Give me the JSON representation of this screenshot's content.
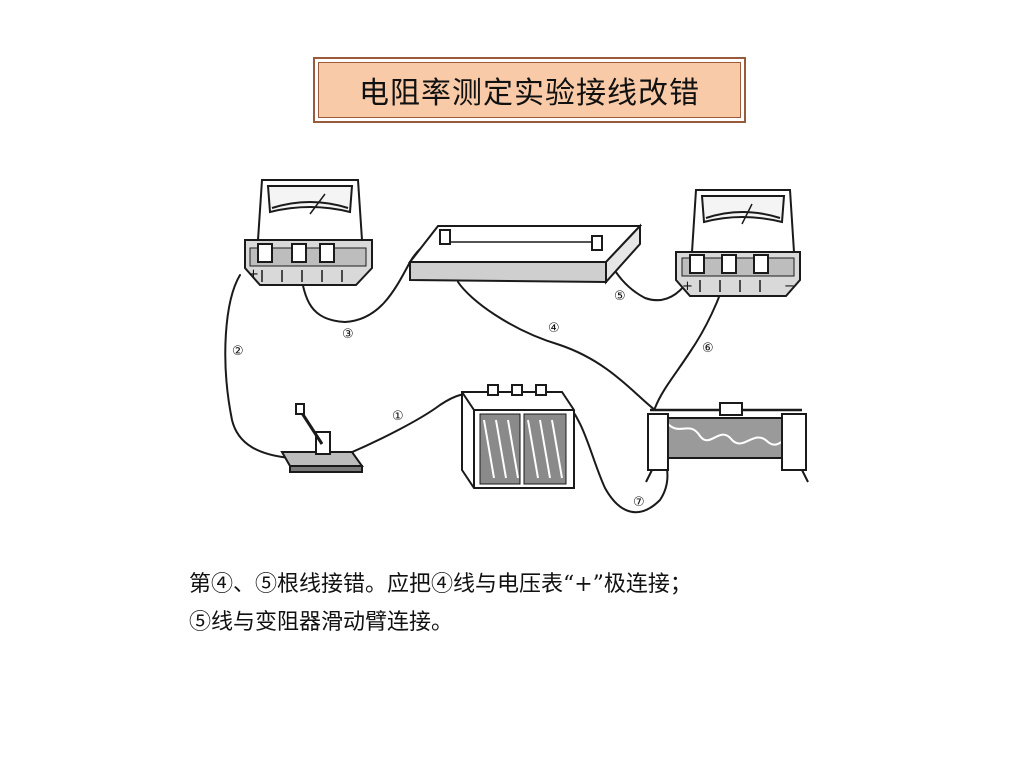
{
  "title": "电阻率测定实验接线改错",
  "wire_labels": [
    "①",
    "②",
    "③",
    "④",
    "⑤",
    "⑥",
    "⑦"
  ],
  "meter_signs": {
    "plus": "+",
    "minus": "−"
  },
  "caption": {
    "line1": "第④、⑤根线接错。应把④线与电压表“+”极连接；",
    "line2": "⑤线与变阻器滑动臂连接。"
  }
}
